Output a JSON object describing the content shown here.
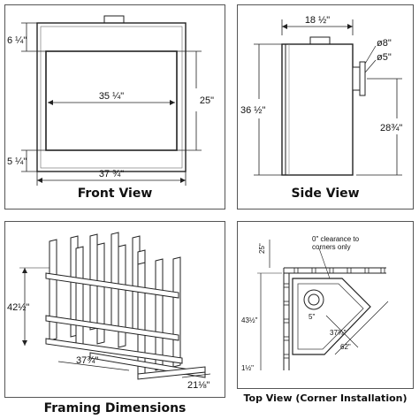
{
  "front_view": {
    "caption": "Front View",
    "dim_top": "6 ¼\"",
    "dim_opening_width": "35 ¼\"",
    "dim_opening_height": "25\"",
    "dim_bottom": "5 ¼\"",
    "dim_total_width": "37 ¾\""
  },
  "side_view": {
    "caption": "Side View",
    "dim_depth": "18 ½\"",
    "dim_height": "36 ½\"",
    "dim_flue_outer": "ø8\"",
    "dim_flue_inner": "ø5\"",
    "dim_flue_center_height": "28¾\""
  },
  "framing": {
    "caption": "Framing Dimensions",
    "dim_height": "42½\"",
    "dim_width": "37¾\"",
    "dim_depth": "21⅛\""
  },
  "top_view": {
    "caption": "Top View (Corner Installation)",
    "note_line1": "0\" clearance to",
    "note_line2": "corners only",
    "dim_side": "25\"",
    "dim_left": "43½\"",
    "dim_face": "37¾\"",
    "dim_diag": "62\"",
    "dim_small": "1½\"",
    "flue_label": "5\""
  }
}
